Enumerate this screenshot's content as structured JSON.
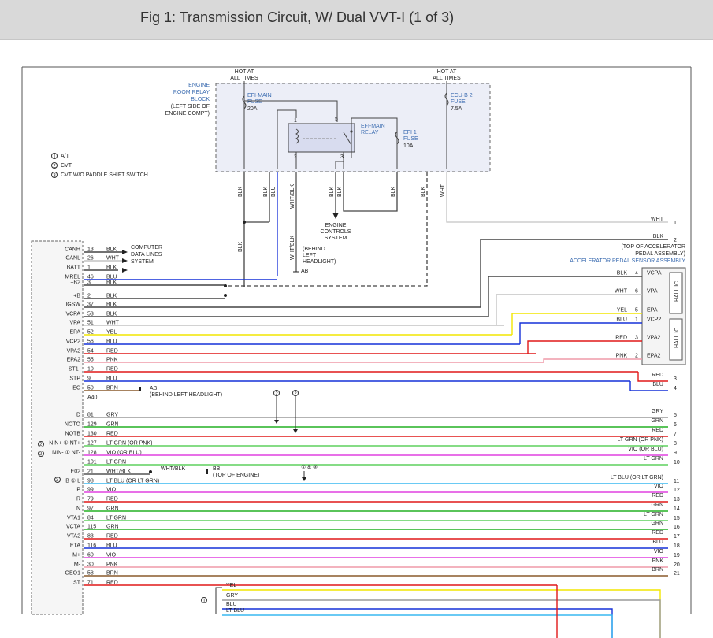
{
  "title": "Fig 1: Transmission Circuit, W/ Dual VVT-I (1 of 3)",
  "colors": {
    "BLK": "#444444",
    "WHT": "#c4c4c4",
    "BLU": "#1530d8",
    "YEL": "#f2e600",
    "RED": "#e01818",
    "PNK": "#ef9aa8",
    "BRN": "#8a5a2b",
    "GRY": "#9a9a9a",
    "GRN": "#24b024",
    "VIO": "#e040e0",
    "LTGRN": "#5ed05e",
    "LTBLU": "#38b8f0",
    "WHTBLK": "#555555"
  },
  "hot_labels": {
    "left": [
      "HOT AT",
      "ALL TIMES"
    ],
    "right": [
      "HOT AT",
      "ALL TIMES"
    ]
  },
  "relay_block": {
    "label": [
      "ENGINE",
      "ROOM RELAY",
      "BLOCK"
    ],
    "note": [
      "(LEFT SIDE OF",
      "ENGINE COMPT)"
    ],
    "efi_main_fuse": [
      "EFI-MAIN",
      "FUSE",
      "20A"
    ],
    "ecu_b2_fuse": [
      "ECU-B 2",
      "FUSE",
      "7.5A"
    ],
    "efi_main_relay": [
      "EFI-MAIN",
      "RELAY"
    ],
    "efi1_fuse": [
      "EFI 1",
      "FUSE",
      "10A"
    ],
    "pins": [
      "1",
      "5",
      "2",
      "3"
    ]
  },
  "legend": [
    "A/T",
    "CVT",
    "CVT W/O PADDLE SHIFT SWITCH"
  ],
  "legend_marks": [
    "1",
    "2",
    "3"
  ],
  "vertical_wire_labels": [
    "BLK",
    "BLK",
    "BLU",
    "WHT/BLK",
    "BLK",
    "BLK",
    "BLK",
    "BLK",
    "WHT",
    "BLK",
    "WHT/BLK"
  ],
  "engine_controls": [
    "ENGINE",
    "CONTROLS",
    "SYSTEM"
  ],
  "computer_data": [
    "COMPUTER",
    "DATA LINES",
    "SYSTEM"
  ],
  "headlight_note": [
    "(BEHIND",
    "LEFT",
    "HEADLIGHT)"
  ],
  "ground_ab": "AB",
  "ground_ab2": "AB",
  "ground_ab2_note": "(BEHIND LEFT HEADLIGHT)",
  "ground_bb": "BB",
  "ground_bb_note": "(TOP OF ENGINE)",
  "bb_wire": "WHT/BLK",
  "ecm_pins": [
    {
      "name": "CANH",
      "pin": "13",
      "wire": "BLK"
    },
    {
      "name": "CANL",
      "pin": "26",
      "wire": "WHT"
    },
    {
      "name": "BATT",
      "pin": "1",
      "wire": "BLK"
    },
    {
      "name": "MREL",
      "pin": "46",
      "wire": "BLU"
    },
    {
      "name": "+B2",
      "pin": "3",
      "wire": "BLK"
    },
    {
      "name": "+B",
      "pin": "2",
      "wire": "BLK"
    },
    {
      "name": "IGSW",
      "pin": "37",
      "wire": "BLK"
    },
    {
      "name": "VCPA",
      "pin": "53",
      "wire": "BLK"
    },
    {
      "name": "VPA",
      "pin": "51",
      "wire": "WHT"
    },
    {
      "name": "EPA",
      "pin": "52",
      "wire": "YEL"
    },
    {
      "name": "VCP2",
      "pin": "56",
      "wire": "BLU"
    },
    {
      "name": "VPA2",
      "pin": "54",
      "wire": "RED"
    },
    {
      "name": "EPA2",
      "pin": "55",
      "wire": "PNK"
    },
    {
      "name": "ST1-",
      "pin": "10",
      "wire": "RED"
    },
    {
      "name": "STP",
      "pin": "9",
      "wire": "BLU"
    },
    {
      "name": "EC",
      "pin": "50",
      "wire": "BRN"
    },
    {
      "name": "",
      "pin": "A40",
      "wire": ""
    },
    {
      "name": "D",
      "pin": "81",
      "wire": "GRY"
    },
    {
      "name": "NOTO",
      "pin": "129",
      "wire": "GRN"
    },
    {
      "name": "NOTB",
      "pin": "130",
      "wire": "RED"
    },
    {
      "name": "NIN+ ① NT+",
      "pin": "127",
      "wire": "LT GRN   (OR PNK)"
    },
    {
      "name": "NIN- ① NT-",
      "pin": "128",
      "wire": "VIO   (OR BLU)"
    },
    {
      "name": "",
      "pin": "101",
      "wire": "LT GRN"
    },
    {
      "name": "E02",
      "pin": "21",
      "wire": "WHT/BLK"
    },
    {
      "name": "B ① L",
      "pin": "98",
      "wire": "LT BLU   (OR LT GRN)"
    },
    {
      "name": "P",
      "pin": "99",
      "wire": "VIO"
    },
    {
      "name": "R",
      "pin": "79",
      "wire": "RED"
    },
    {
      "name": "N",
      "pin": "97",
      "wire": "GRN"
    },
    {
      "name": "VTA1",
      "pin": "84",
      "wire": "LT GRN"
    },
    {
      "name": "VCTA",
      "pin": "115",
      "wire": "GRN"
    },
    {
      "name": "VTA2",
      "pin": "83",
      "wire": "RED"
    },
    {
      "name": "ETA",
      "pin": "116",
      "wire": "BLU"
    },
    {
      "name": "M+",
      "pin": "60",
      "wire": "VIO"
    },
    {
      "name": "M-",
      "pin": "30",
      "wire": "PNK"
    },
    {
      "name": "GEO1",
      "pin": "58",
      "wire": "BRN"
    },
    {
      "name": "ST",
      "pin": "71",
      "wire": "RED"
    }
  ],
  "pedal": {
    "title": [
      "(TOP OF ACCELERATOR",
      "PEDAL ASSEMBLY)"
    ],
    "name": "ACCELERATOR PEDAL SENSOR ASSEMBLY",
    "hall": "HALL IC",
    "pins": [
      {
        "name": "VCPA",
        "pin": "4",
        "wire": "BLK"
      },
      {
        "name": "VPA",
        "pin": "6",
        "wire": "WHT"
      },
      {
        "name": "EPA",
        "pin": "5",
        "wire": "YEL"
      },
      {
        "name": "VCP2",
        "pin": "1",
        "wire": "BLU"
      },
      {
        "name": "VPA2",
        "pin": "3",
        "wire": "RED"
      },
      {
        "name": "EPA2",
        "pin": "2",
        "wire": "PNK"
      }
    ]
  },
  "right_wires": [
    {
      "num": "1",
      "label": "WHT"
    },
    {
      "num": "2",
      "label": "BLK"
    },
    {
      "num": "3",
      "label": "RED"
    },
    {
      "num": "4",
      "label": "BLU"
    },
    {
      "num": "5",
      "label": "GRY"
    },
    {
      "num": "6",
      "label": "GRN"
    },
    {
      "num": "7",
      "label": "RED"
    },
    {
      "num": "8",
      "label": "LT GRN      (OR PNK)"
    },
    {
      "num": "9",
      "label": "VIO      (OR BLU)"
    },
    {
      "num": "10",
      "label": "LT GRN"
    },
    {
      "num": "11",
      "label": "LT BLU      (OR LT GRN)"
    },
    {
      "num": "12",
      "label": "VIO"
    },
    {
      "num": "13",
      "label": "RED"
    },
    {
      "num": "14",
      "label": "GRN"
    },
    {
      "num": "15",
      "label": "LT GRN"
    },
    {
      "num": "16",
      "label": "GRN"
    },
    {
      "num": "17",
      "label": "RED"
    },
    {
      "num": "18",
      "label": "BLU"
    },
    {
      "num": "19",
      "label": "VIO"
    },
    {
      "num": "20",
      "label": "PNK"
    },
    {
      "num": "21",
      "label": "BRN"
    }
  ],
  "markers": {
    "two_a": "2",
    "two_b": "2",
    "one_and_three": "① & ③",
    "pre_nin": "2",
    "pre_nint": "2",
    "pre_b": "3"
  },
  "bottom_wires": [
    "YEL",
    "GRY",
    "BLU",
    "LT BLU"
  ],
  "bottom_mark": "1"
}
